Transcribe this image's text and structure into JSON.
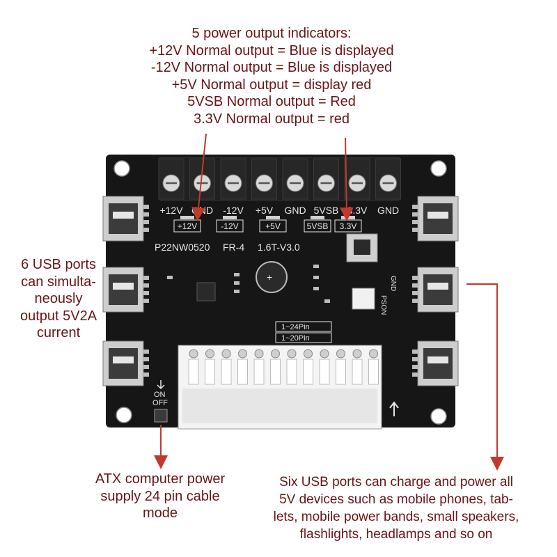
{
  "annotations": {
    "top": [
      "5 power output indicators:",
      "+12V Normal output = Blue is displayed",
      "-12V Normal output = Blue is displayed",
      "+5V Normal output = display red",
      "5VSB Normal output = Red",
      "3.3V Normal output = red"
    ],
    "left": [
      "6 USB ports",
      "can simulta-",
      "neously",
      "output 5V2A",
      "current"
    ],
    "bottom_left": [
      "ATX computer power",
      "supply 24 pin cable",
      "mode"
    ],
    "bottom_right": [
      "Six USB ports can charge and power all",
      "5V devices such as mobile phones, tab-",
      "lets, mobile power bands, small speakers,",
      "flashlights, headlamps and so on"
    ]
  },
  "board": {
    "terminal_labels": [
      "+12V",
      "GND",
      "-12V",
      "+5V",
      "GND",
      "5VSB",
      "3.3V",
      "GND"
    ],
    "indicator_labels": [
      "+12V",
      "-12V",
      "+5V",
      "5VSB",
      "3.3V"
    ],
    "model_text": "P22NW0520",
    "fr4_text": "FR-4",
    "version_text": "1.6T-V3.0",
    "pin_label_24": "1~24Pin",
    "pin_label_20": "1~20Pin",
    "switch_on": "ON",
    "switch_off": "OFF",
    "pson_label": "PSON",
    "gnd_label": "GND"
  },
  "colors": {
    "annotation_text": "#6a1414",
    "arrow": "#c0392b",
    "board": "#161616",
    "silkscreen": "#e8e8e8"
  }
}
